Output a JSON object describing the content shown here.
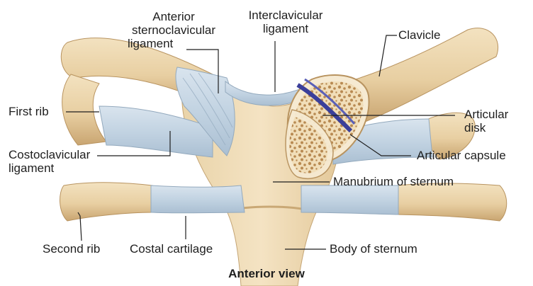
{
  "figure": {
    "caption": "Anterior view",
    "labels": {
      "anterior_sc_ligament": [
        "Anterior",
        "sternoclavicular",
        "ligament"
      ],
      "interclavicular_ligament": [
        "Interclavicular",
        "ligament"
      ],
      "clavicle": "Clavicle",
      "first_rib": "First rib",
      "articular_disk": [
        "Articular",
        "disk"
      ],
      "costoclavicular_ligament": [
        "Costoclavicular",
        "ligament"
      ],
      "articular_capsule": "Articular capsule",
      "manubrium": "Manubrium of sternum",
      "second_rib": "Second rib",
      "costal_cartilage": "Costal cartilage",
      "body_of_sternum": "Body of sternum"
    }
  },
  "colors": {
    "bone": "#eed8b0",
    "bone_shade": "#c9a571",
    "ligament": "#c4d4e2",
    "disk": "#3b3f9a",
    "leader": "#1e1e1e"
  }
}
